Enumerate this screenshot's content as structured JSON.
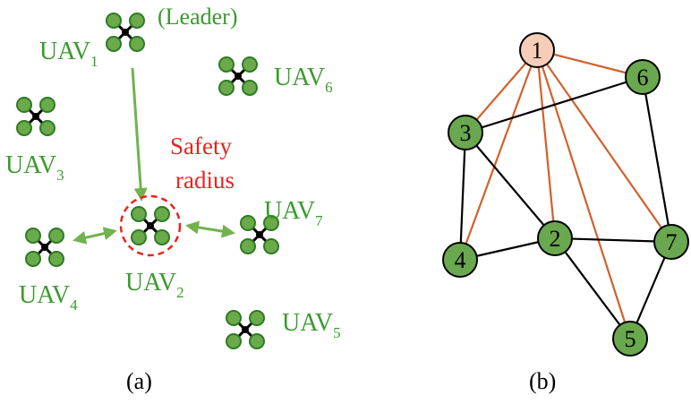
{
  "colors": {
    "uav_green": "#3a9a2e",
    "rotor_fill": "#6aaa4a",
    "arrow_green": "#72b24f",
    "safety_red": "#e8231f",
    "leader_node": "#f5cdb8",
    "follower_node": "#6aa84f",
    "leader_edge": "#d2602a",
    "edge": "#000000"
  },
  "panel_a": {
    "label": "(a)",
    "leader_tag": "(Leader)",
    "safety_line1": "Safety",
    "safety_line2": "radius",
    "uav_prefix": "UAV",
    "uav_subs": {
      "uav1": "1",
      "uav2": "2",
      "uav3": "3",
      "uav4": "4",
      "uav5": "5",
      "uav6": "6",
      "uav7": "7"
    },
    "icons": [
      "quadcopter-icon"
    ]
  },
  "panel_b": {
    "label": "(b)",
    "nodes": [
      "1",
      "2",
      "3",
      "4",
      "5",
      "6",
      "7"
    ],
    "leader_node": "1",
    "leader_edges": [
      [
        "1",
        "3"
      ],
      [
        "1",
        "4"
      ],
      [
        "1",
        "2"
      ],
      [
        "1",
        "5"
      ],
      [
        "1",
        "7"
      ],
      [
        "1",
        "6"
      ]
    ],
    "follower_edges": [
      [
        "3",
        "6"
      ],
      [
        "3",
        "4"
      ],
      [
        "3",
        "2"
      ],
      [
        "4",
        "2"
      ],
      [
        "2",
        "7"
      ],
      [
        "2",
        "5"
      ],
      [
        "6",
        "7"
      ],
      [
        "7",
        "5"
      ]
    ]
  }
}
